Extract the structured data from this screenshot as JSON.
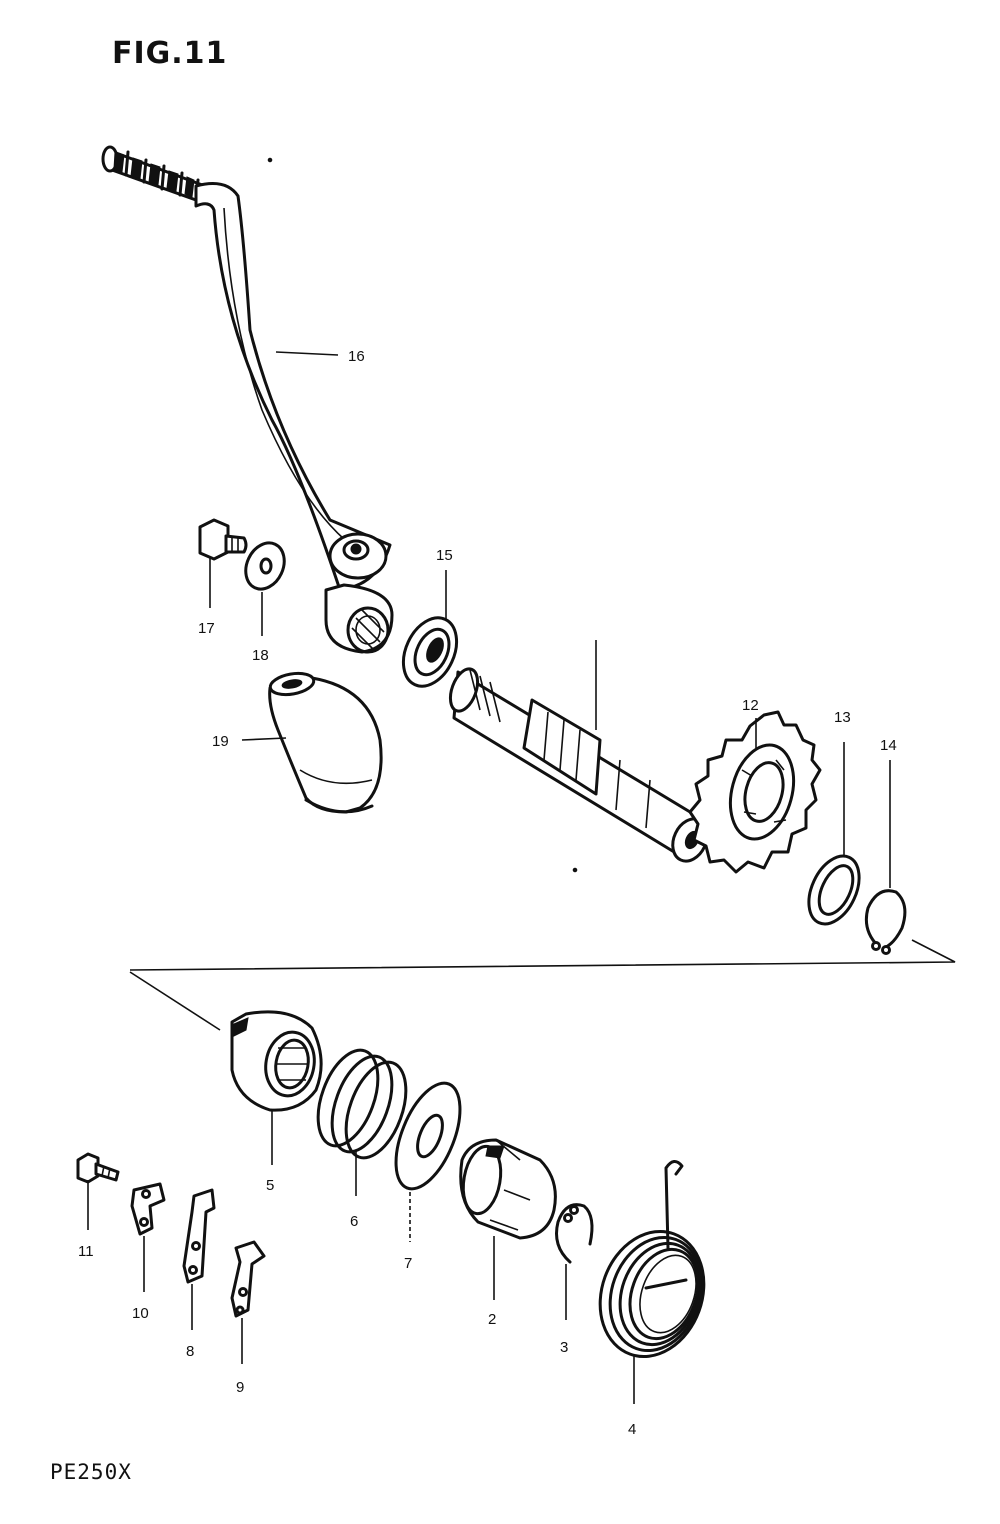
{
  "figure": {
    "title": "FIG.11",
    "model_code": "PE250X"
  },
  "callouts": [
    {
      "id": "p16",
      "label": "16"
    },
    {
      "id": "p15",
      "label": "15"
    },
    {
      "id": "p17",
      "label": "17"
    },
    {
      "id": "p18",
      "label": "18"
    },
    {
      "id": "p19",
      "label": "19"
    },
    {
      "id": "p12",
      "label": "12"
    },
    {
      "id": "p13",
      "label": "13"
    },
    {
      "id": "p14",
      "label": "14"
    },
    {
      "id": "p5",
      "label": "5"
    },
    {
      "id": "p6",
      "label": "6"
    },
    {
      "id": "p7",
      "label": "7"
    },
    {
      "id": "p2",
      "label": "2"
    },
    {
      "id": "p3",
      "label": "3"
    },
    {
      "id": "p4",
      "label": "4"
    },
    {
      "id": "p11",
      "label": "11"
    },
    {
      "id": "p10",
      "label": "10"
    },
    {
      "id": "p8",
      "label": "8"
    },
    {
      "id": "p9",
      "label": "9"
    }
  ]
}
